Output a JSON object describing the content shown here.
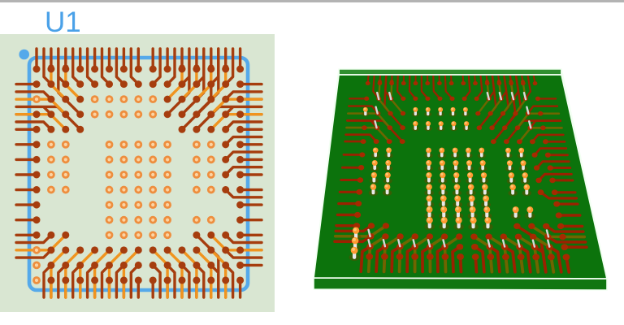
{
  "page": {
    "background": "#ffffff",
    "top_border_color": "#b3b3b3"
  },
  "left_view": {
    "reference_label": "U1",
    "label_color": "#4aa1e8",
    "board_color": "#d9e6d2",
    "outline_color": "#55a9ea",
    "pin1_marker_color": "#55a9ea",
    "trace_color": "#a63d0e",
    "inner_trace_color": "#f0941f",
    "via_color": "#a63d0e",
    "pad_ring_color": "#ee8e3e",
    "pad_hole_color": "#fbd4a4",
    "grid": {
      "cols": 15,
      "rows": 15,
      "legend": {
        "R": "routed-via",
        "O": "unrouted-pad",
        ".": "empty"
      },
      "map": [
        "RRRRRRRRRRRRRRR",
        "RRRRRRRRRRRRRRR",
        "ORRROOOOORRRRRR",
        "RRRROOOOORRRRRR",
        "RRRR......RRRRR",
        "ROO..OOOOO.OORR",
        "ROO..OOOOO.OORR",
        "ROO..OOOOO.OORR",
        "ROO..OOOOO.OORR",
        "R....OOOOO....R",
        "R....OOOOO.OO.R",
        "RRR..OOOOO.RRRR",
        "ORRRRRRRRRRRRRR",
        "ORRRRRRRRRRRRRR",
        "ORRRRRRRRRRRRRR"
      ]
    }
  },
  "right_view": {
    "board_top_color": "#0c730c",
    "board_side_color": "#117611",
    "board_rim_color": "#2f8f2f",
    "edge_line_color": "#f2fff2",
    "trace_color": "#9b2100",
    "inner_trace_color": "#6e6600",
    "via_color": "#a62a00",
    "pad_ball_color": "#ff9a30",
    "pad_ball_highlight": "#ffc571",
    "pad_stem_color": "#e9e9e9",
    "pad_halo_color": "#5a4c00",
    "via_stub_color": "#d8d8d8"
  }
}
